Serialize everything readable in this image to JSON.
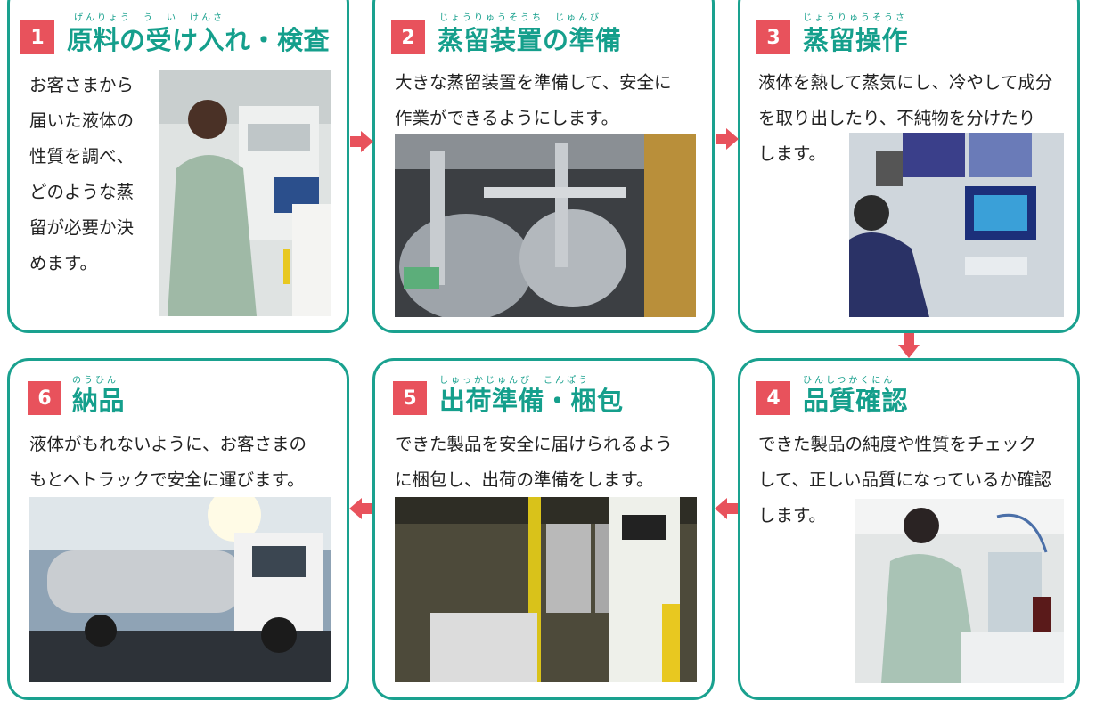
{
  "steps": [
    {
      "number": "1",
      "title": "原料の受け入れ・検査",
      "ruby": "げんりょう　う　い　けんさ",
      "lines": [
        "お客さまから",
        "届いた液体の",
        "性質を調べ、",
        "どのような蒸",
        "留が必要か決",
        "めます。"
      ]
    },
    {
      "number": "2",
      "title": "蒸留装置の準備",
      "ruby": "じょうりゅうそうち　じゅんび",
      "lines": [
        "大きな蒸留装置を準備して、安全に",
        "作業ができるようにします。"
      ]
    },
    {
      "number": "3",
      "title": "蒸留操作",
      "ruby": "じょうりゅうそうさ",
      "lines": [
        "液体を熱して蒸気にし、冷やして成分",
        "を取り出したり、不純物を分けたり",
        "します。"
      ]
    },
    {
      "number": "4",
      "title": "品質確認",
      "ruby": "ひんしつかくにん",
      "lines": [
        "できた製品の純度や性質をチェック",
        "して、正しい品質になっているか確認",
        "します。"
      ]
    },
    {
      "number": "5",
      "title": "出荷準備・梱包",
      "ruby": "しゅっかじゅんび　こんぽう",
      "lines": [
        "できた製品を安全に届けられるよう",
        "に梱包し、出荷の準備をします。"
      ]
    },
    {
      "number": "6",
      "title": "納品",
      "ruby": "のうひん",
      "lines": [
        "液体がもれないように、お客さまの",
        "もとへトラックで安全に運びます。"
      ]
    }
  ],
  "photos": {
    "p1": "inspection-photo",
    "p2": "distillation-equipment-photo",
    "p3": "control-room-photo",
    "p4": "quality-lab-photo",
    "p5": "forklift-shipping-photo",
    "p6": "tanker-truck-photo"
  },
  "colors": {
    "accent": "#1aa18f",
    "badge": "#e8525c",
    "arrow": "#e8525c"
  }
}
